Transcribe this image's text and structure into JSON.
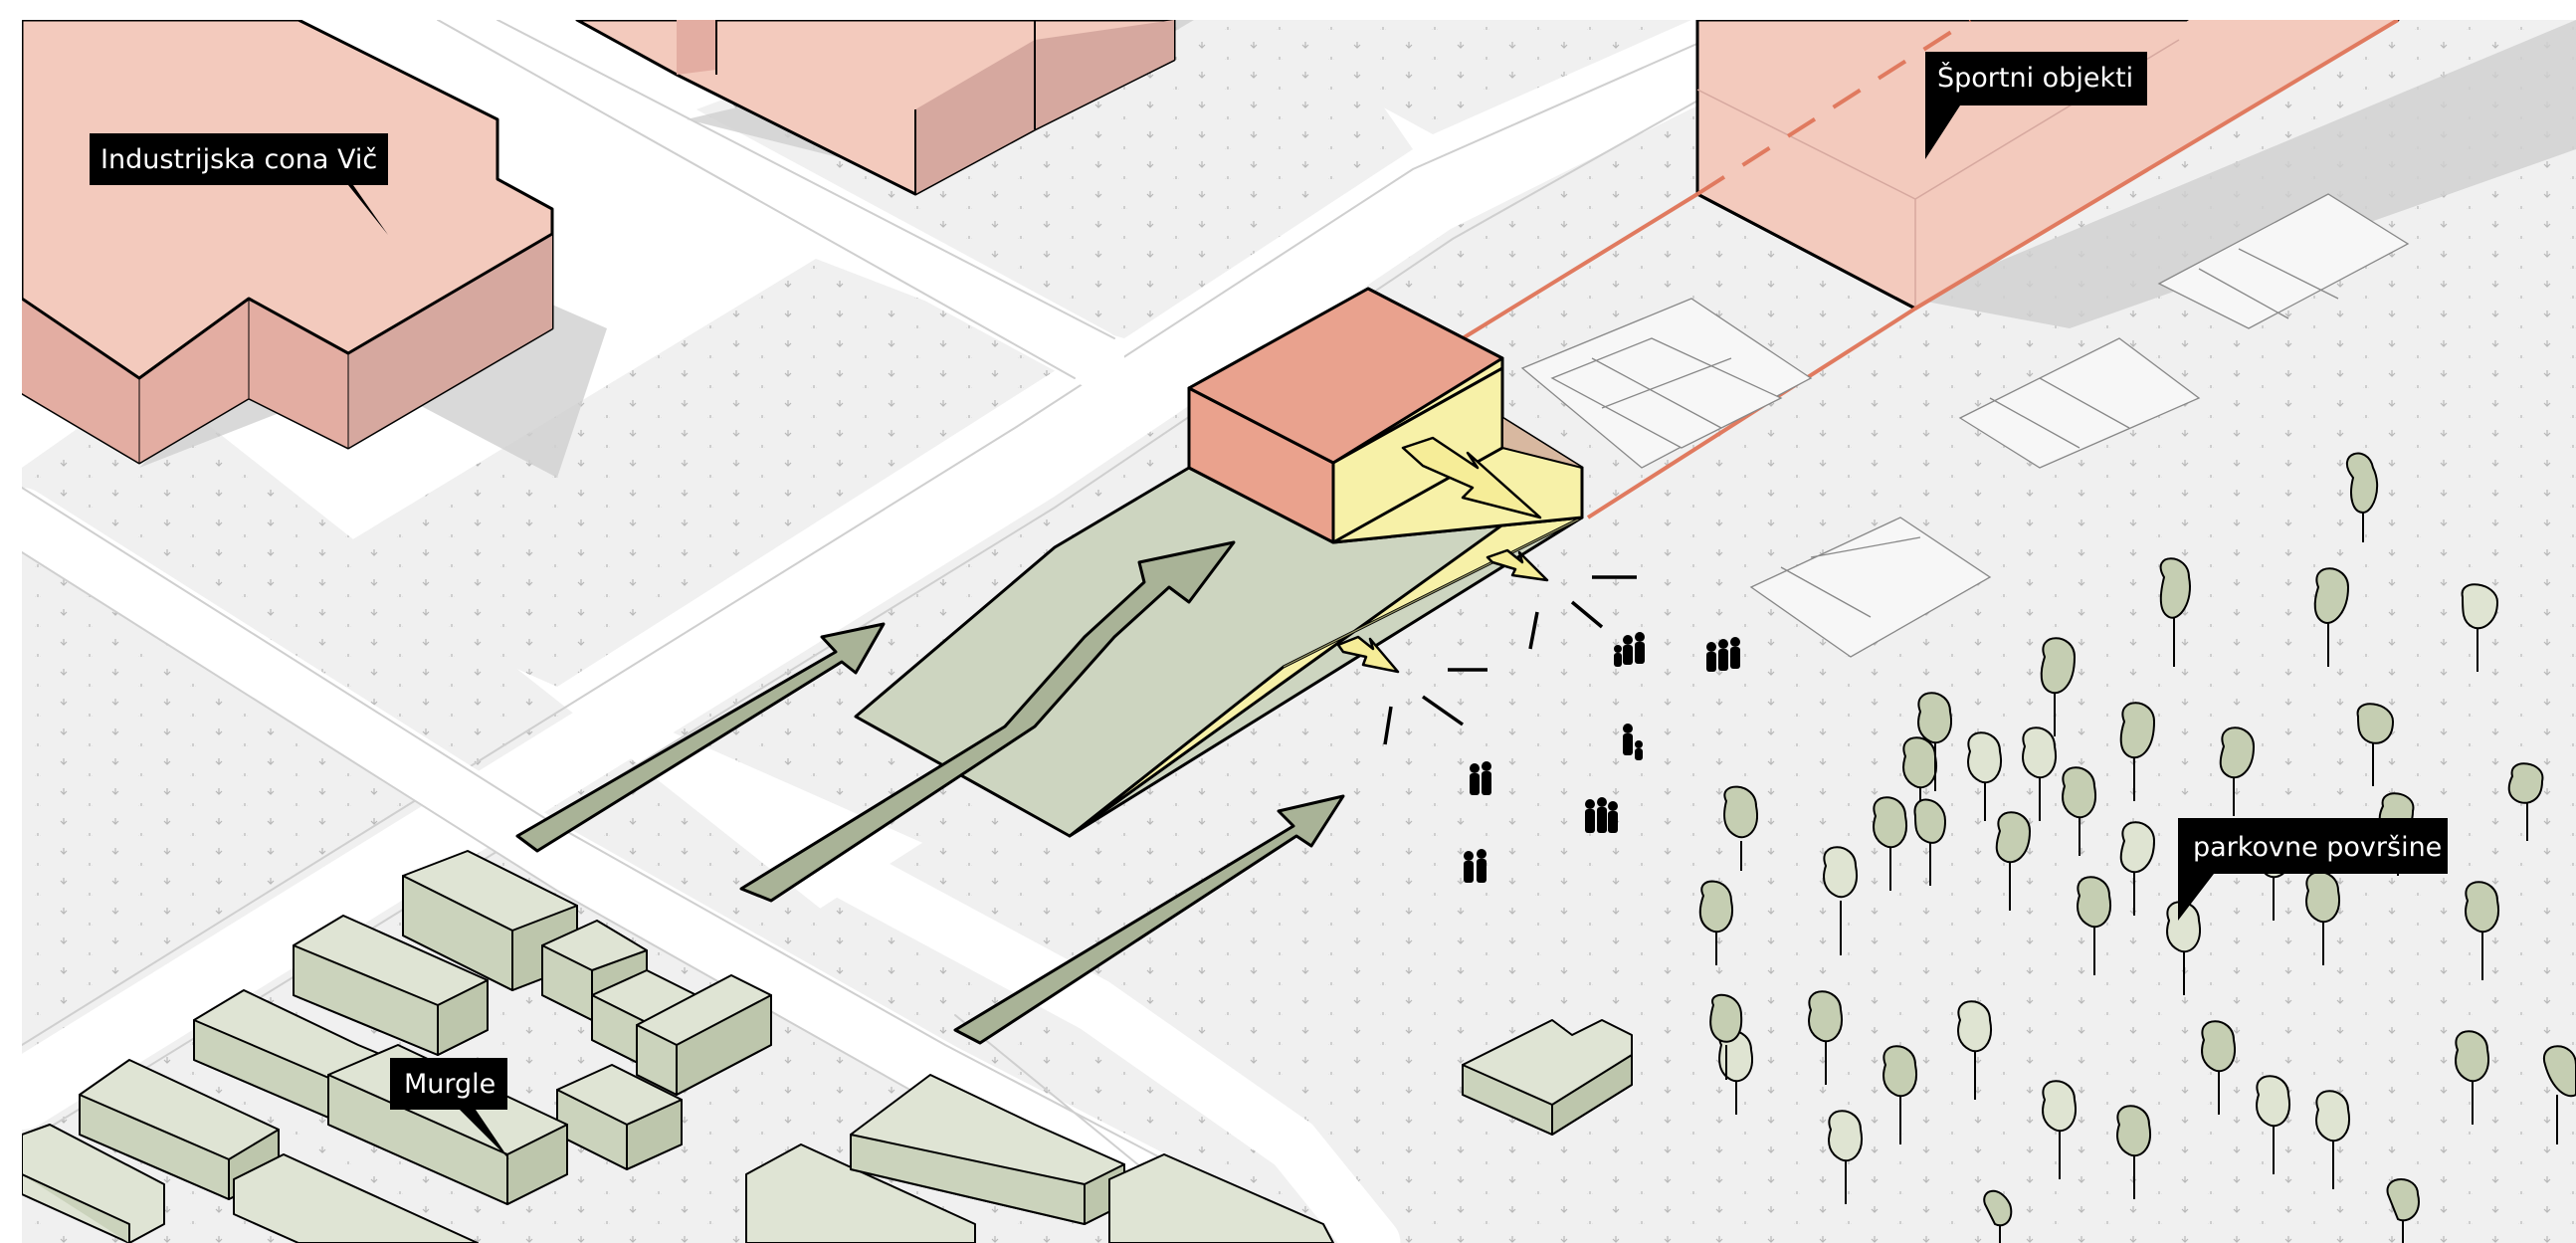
{
  "labels": {
    "industrial_zone": "Industrijska cona Vič",
    "sports_facilities": "Športni objekti",
    "park_areas": "parkovne površine",
    "residential": "Murgle"
  },
  "colors": {
    "paper": "#ffffff",
    "ground": "#f0f0f0",
    "ground_pattern": "#b8b8b8",
    "road": "#ffffff",
    "industrial_top": "#f3cabd",
    "industrial_left": "#e3ada2",
    "industrial_right": "#d6a89f",
    "sports_line": "#e07a5f",
    "main_top": "#e9a28e",
    "main_left": "#eaa28d",
    "main_front": "#f7f1a8",
    "plaza": "#cdd5c0",
    "ramp": "#f7f1a8",
    "arrow_green": "#a9b397",
    "arrow_yellow": "#f6ed98",
    "residential_top": "#dfe4d4",
    "residential_left": "#cbd3bc",
    "residential_right": "#bdc6ac",
    "tree_fill": "#c5ceb2",
    "tree_fill_light": "#dfe4d2",
    "callout_bg": "#000000",
    "callout_text": "#ffffff"
  }
}
